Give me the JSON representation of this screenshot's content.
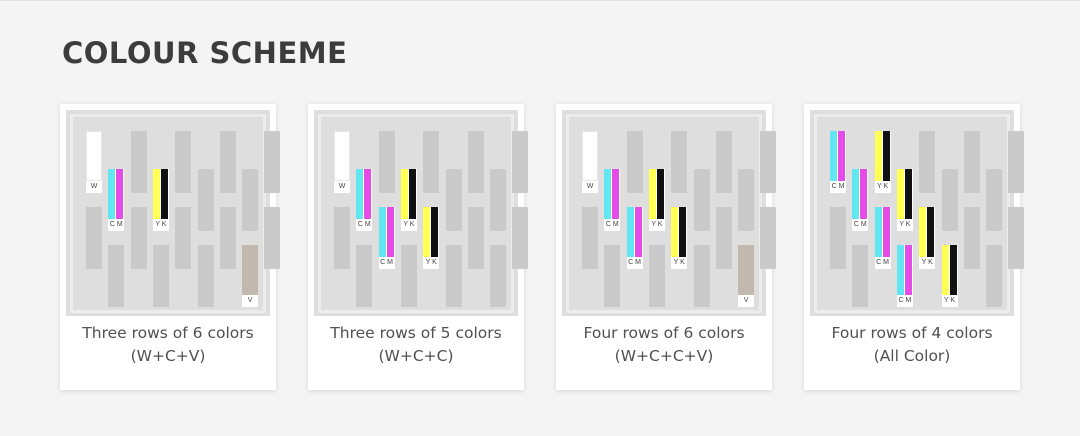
{
  "title": "COLOUR SCHEME",
  "colors": {
    "cyan": "#62e6f2",
    "magenta": "#e34ce6",
    "yellow": "#ffff55",
    "black": "#111111",
    "white": "#ffffff",
    "varnish": "#c2b8ad",
    "slot": "#cacaca",
    "tray": "#dedede"
  },
  "schemes": [
    {
      "line1": "Three rows of 6 colors",
      "line2": "(W+C+V)",
      "heads": [
        {
          "row": 0,
          "col": 0,
          "inks": [
            "white"
          ],
          "label": "W"
        },
        {
          "row": 1,
          "col": 1,
          "inks": [
            "cyan",
            "magenta"
          ],
          "label": "C M"
        },
        {
          "row": 1,
          "col": 3,
          "inks": [
            "yellow",
            "black"
          ],
          "label": "Y K"
        },
        {
          "row": 3,
          "col": 7,
          "inks": [
            "varnish"
          ],
          "label": "V"
        }
      ]
    },
    {
      "line1": "Three rows of 5 colors",
      "line2": "(W+C+C)",
      "heads": [
        {
          "row": 0,
          "col": 0,
          "inks": [
            "white"
          ],
          "label": "W"
        },
        {
          "row": 1,
          "col": 1,
          "inks": [
            "cyan",
            "magenta"
          ],
          "label": "C M"
        },
        {
          "row": 1,
          "col": 3,
          "inks": [
            "yellow",
            "black"
          ],
          "label": "Y K"
        },
        {
          "row": 2,
          "col": 2,
          "inks": [
            "cyan",
            "magenta"
          ],
          "label": "C M"
        },
        {
          "row": 2,
          "col": 4,
          "inks": [
            "yellow",
            "black"
          ],
          "label": "Y K"
        }
      ]
    },
    {
      "line1": "Four rows of 6 colors",
      "line2": "(W+C+C+V)",
      "heads": [
        {
          "row": 0,
          "col": 0,
          "inks": [
            "white"
          ],
          "label": "W"
        },
        {
          "row": 1,
          "col": 1,
          "inks": [
            "cyan",
            "magenta"
          ],
          "label": "C M"
        },
        {
          "row": 1,
          "col": 3,
          "inks": [
            "yellow",
            "black"
          ],
          "label": "Y K"
        },
        {
          "row": 2,
          "col": 2,
          "inks": [
            "cyan",
            "magenta"
          ],
          "label": "C M"
        },
        {
          "row": 2,
          "col": 4,
          "inks": [
            "yellow",
            "black"
          ],
          "label": "Y K"
        },
        {
          "row": 3,
          "col": 7,
          "inks": [
            "varnish"
          ],
          "label": "V"
        }
      ]
    },
    {
      "line1": "Four rows of 4 colors",
      "line2": "(All Color)",
      "heads": [
        {
          "row": 0,
          "col": 0,
          "inks": [
            "cyan",
            "magenta"
          ],
          "label": "C M"
        },
        {
          "row": 0,
          "col": 2,
          "inks": [
            "yellow",
            "black"
          ],
          "label": "Y K"
        },
        {
          "row": 1,
          "col": 1,
          "inks": [
            "cyan",
            "magenta"
          ],
          "label": "C M"
        },
        {
          "row": 1,
          "col": 3,
          "inks": [
            "yellow",
            "black"
          ],
          "label": "Y K"
        },
        {
          "row": 2,
          "col": 2,
          "inks": [
            "cyan",
            "magenta"
          ],
          "label": "C M"
        },
        {
          "row": 2,
          "col": 4,
          "inks": [
            "yellow",
            "black"
          ],
          "label": "Y K"
        },
        {
          "row": 3,
          "col": 3,
          "inks": [
            "cyan",
            "magenta"
          ],
          "label": "C M"
        },
        {
          "row": 3,
          "col": 5,
          "inks": [
            "yellow",
            "black"
          ],
          "label": "Y K"
        }
      ]
    }
  ]
}
